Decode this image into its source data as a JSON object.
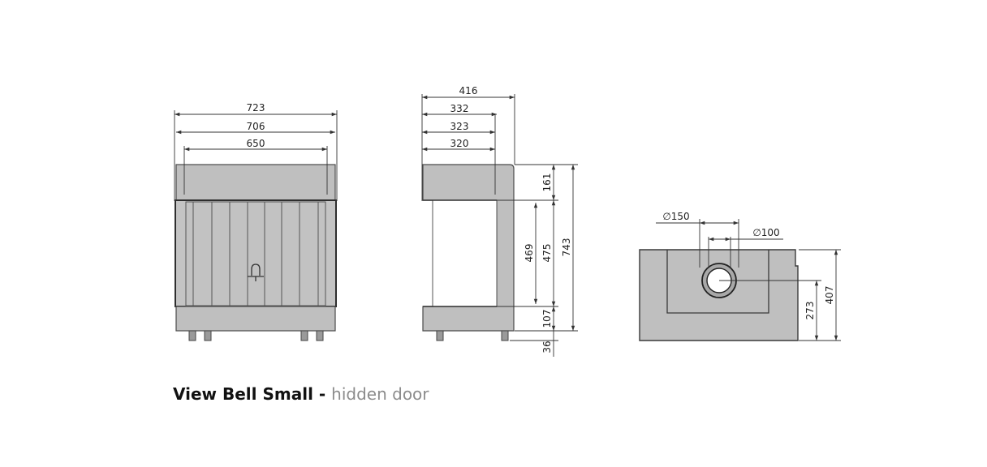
{
  "front_view": {
    "dimensions": {
      "overall_width": "723",
      "outer_frame_width": "706",
      "glass_width": "650"
    }
  },
  "side_view": {
    "dimensions": {
      "depth_total": "416",
      "depth_a": "332",
      "depth_b": "323",
      "depth_c": "320",
      "top_height": "161",
      "opening_height": "469",
      "opening_height_outer": "475",
      "total_height": "743",
      "base_height": "107",
      "feet_height": "36"
    }
  },
  "top_view": {
    "dimensions": {
      "flue_outer_diameter": "∅150",
      "flue_inner_diameter": "∅100",
      "flue_center_offset": "273",
      "overall_depth": "407"
    }
  },
  "caption": {
    "model": "View Bell Small - ",
    "variant": "hidden door"
  },
  "colors": {
    "body_fill": "#bfbfbf",
    "line": "#3a3a3a",
    "glass_fill": "#c4c4c4",
    "white": "#ffffff"
  }
}
